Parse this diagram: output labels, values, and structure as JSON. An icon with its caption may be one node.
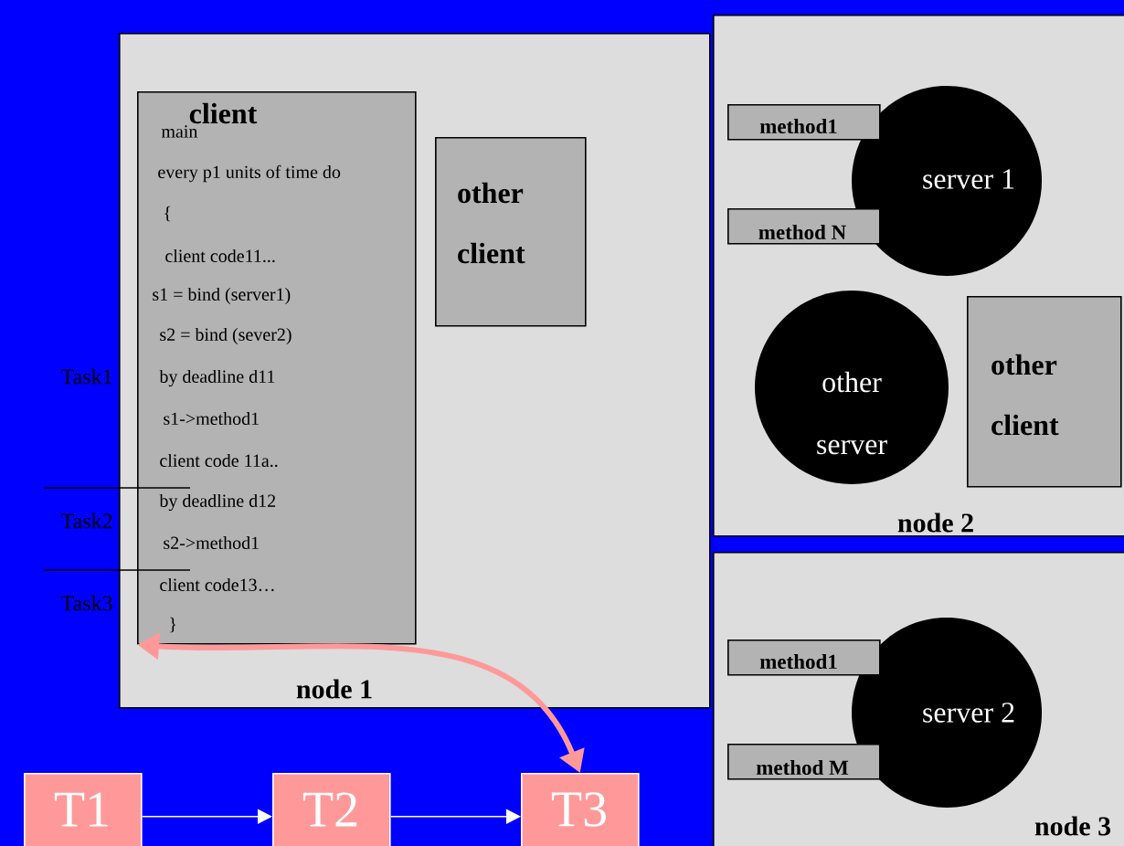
{
  "diagram": {
    "nodes": [
      {
        "text": [
          "node 1"
        ]
      },
      {
        "text": [
          "client",
          "main",
          "every p1 units of time do",
          "{",
          "client code11...",
          "s1 = bind (server1)",
          "s2 = bind (sever2)",
          "by deadline d11",
          "s1->method1",
          "client code 11a..",
          "by deadline d12",
          "s2->method1",
          "client code13…",
          "}"
        ],
        "in": 0
      },
      {
        "text": [
          "other client"
        ],
        "in": 0
      },
      {
        "text": [
          "node 2"
        ]
      },
      {
        "text": [
          "server 1"
        ],
        "in": 3
      },
      {
        "text": [
          "method1"
        ],
        "in": 3
      },
      {
        "text": [
          "method N"
        ],
        "in": 3
      },
      {
        "text": [
          "other server"
        ],
        "in": 3
      },
      {
        "text": [
          "other client"
        ],
        "in": 3
      },
      {
        "text": [
          "node 3"
        ]
      },
      {
        "text": [
          "server 2"
        ],
        "in": 9
      },
      {
        "text": [
          "method1"
        ],
        "in": 9
      },
      {
        "text": [
          "method M"
        ],
        "in": 9
      },
      {
        "text": [
          "T1"
        ]
      },
      {
        "text": [
          "T2"
        ]
      },
      {
        "text": [
          "T3"
        ]
      }
    ],
    "edges": [
      {
        "from": 13,
        "to": 14,
        "arrow": "to"
      },
      {
        "from": 14,
        "to": 15,
        "arrow": "to"
      },
      {
        "from": 15,
        "to": 1,
        "arrow": "both",
        "style": "thick",
        "color": "#ff9999"
      }
    ],
    "labels": [
      "Task1",
      "Task2",
      "Task3"
    ]
  }
}
